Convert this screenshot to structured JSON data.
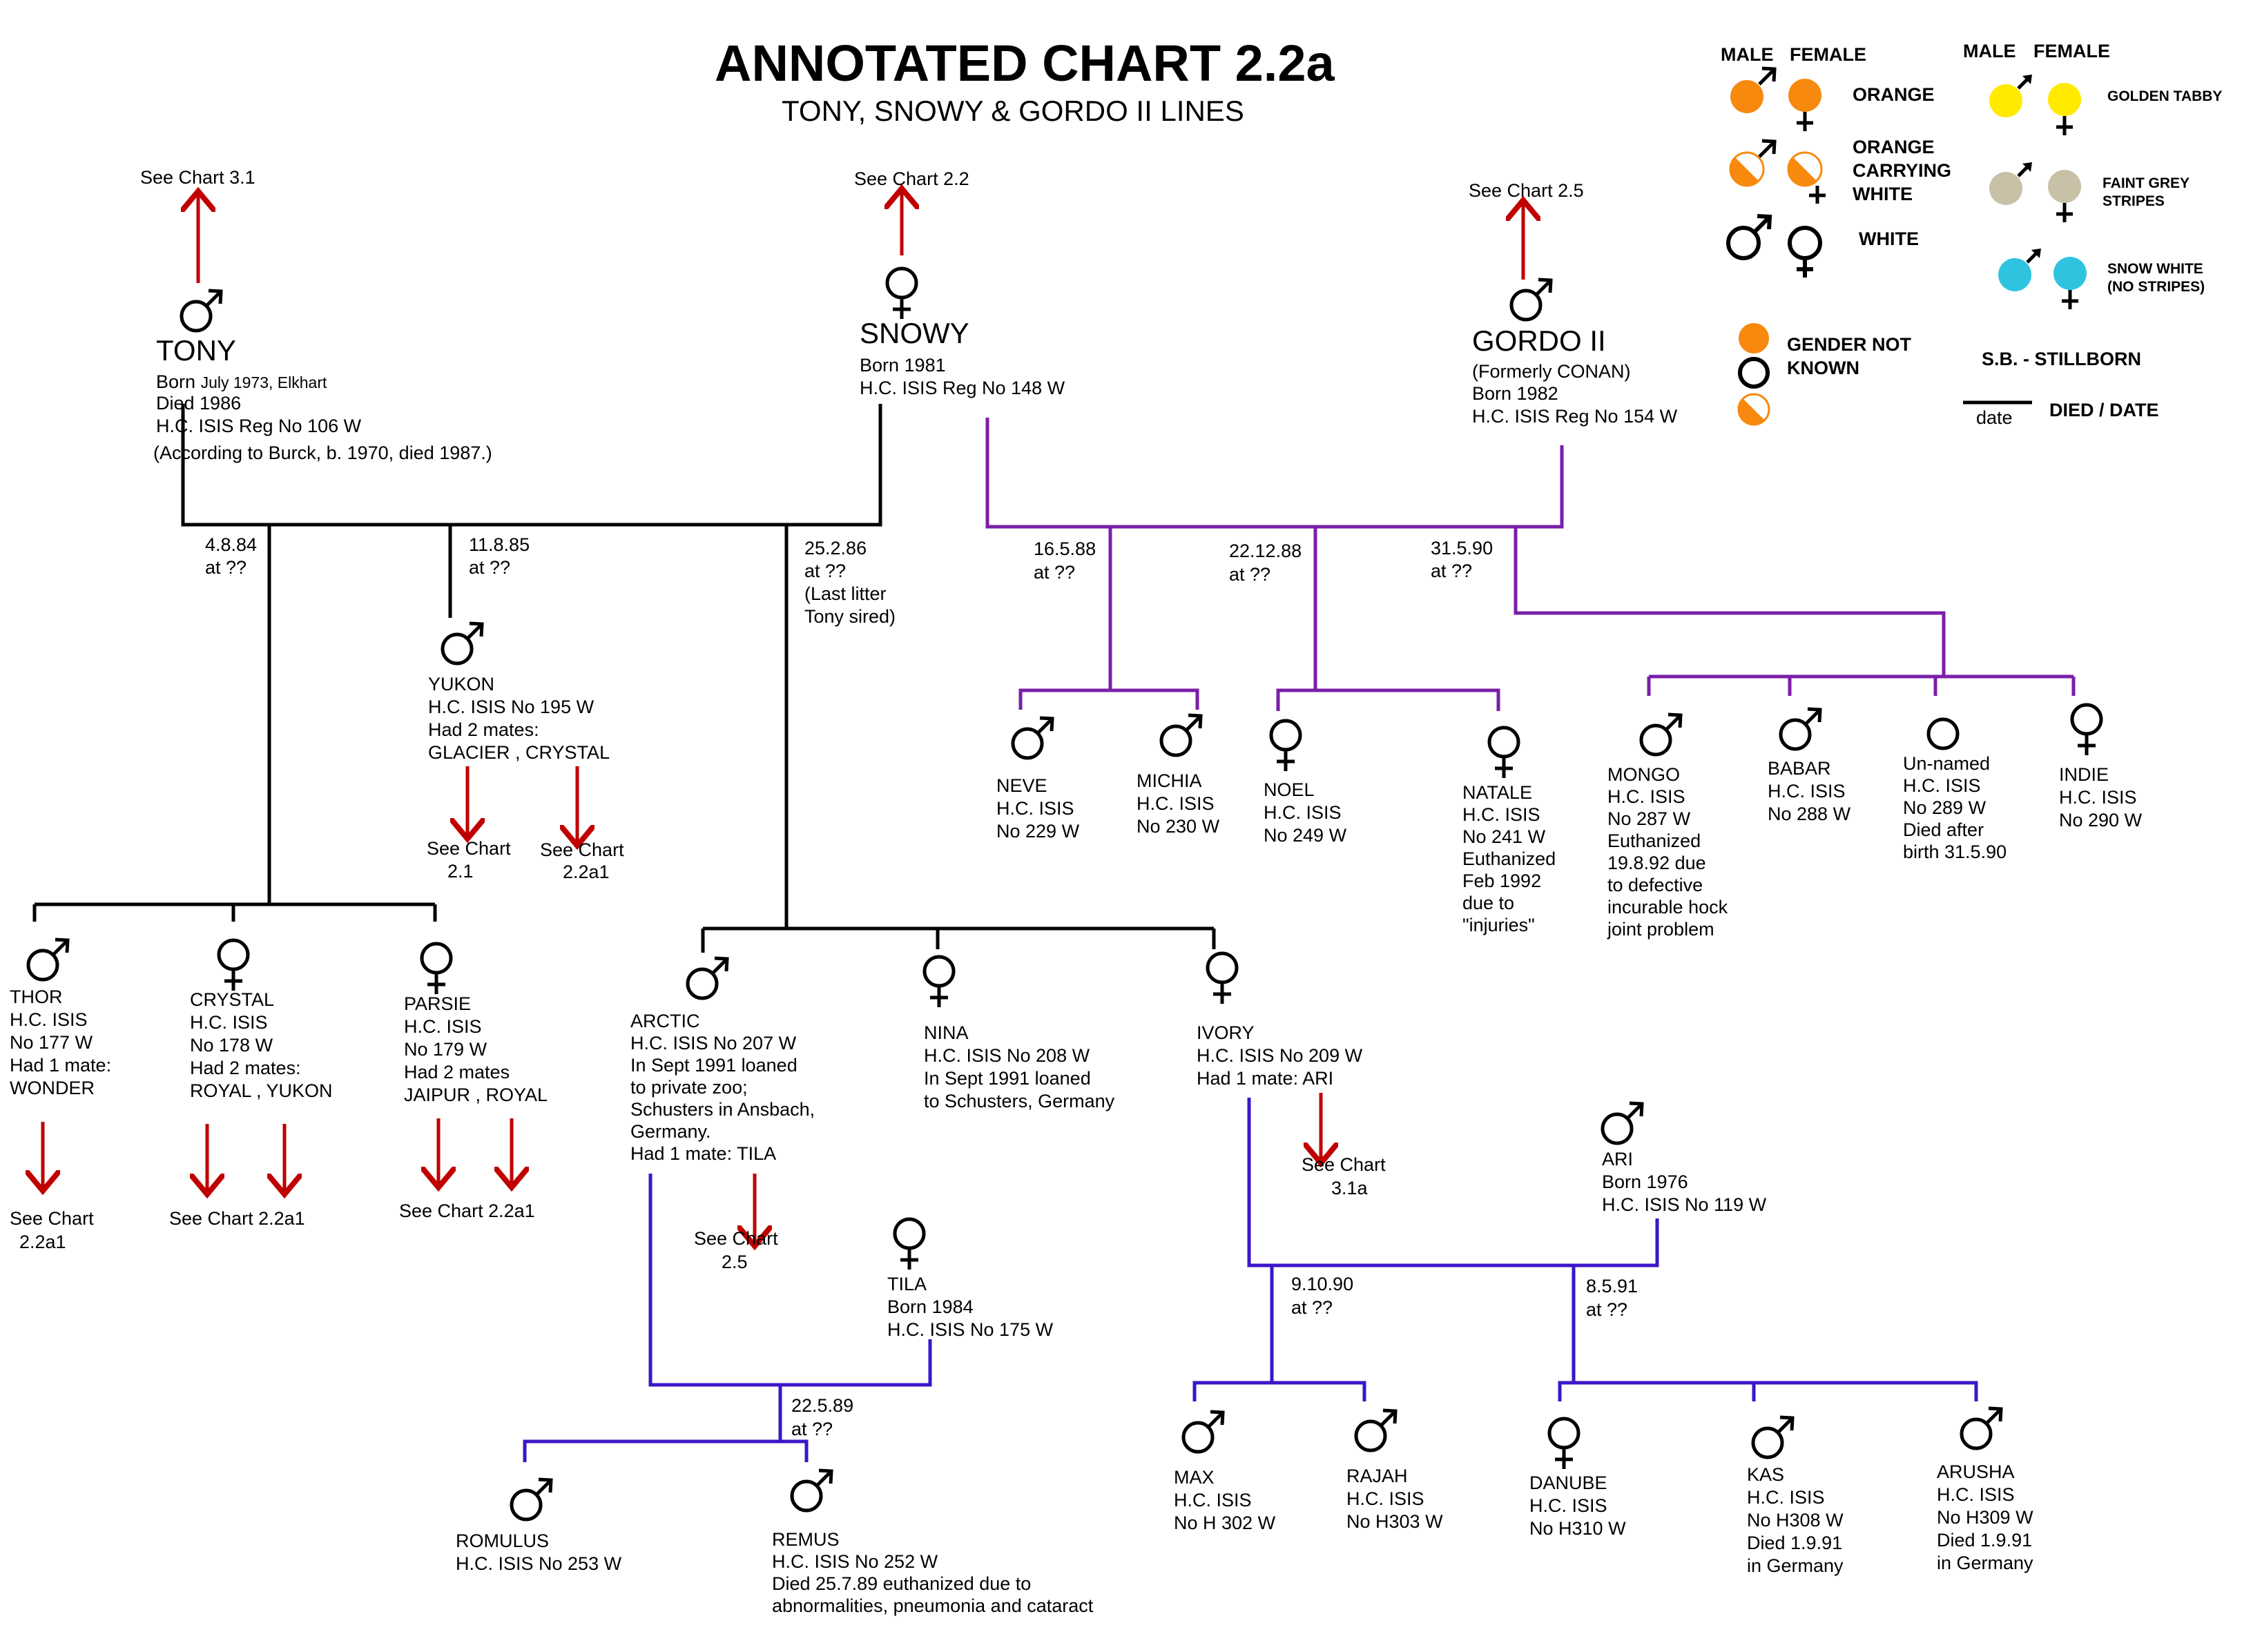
{
  "title": "ANNOTATED CHART  2.2a",
  "subtitle": "TONY, SNOWY & GORDO II LINES",
  "legend": {
    "male": "MALE",
    "female": "FEMALE",
    "orange": "ORANGE",
    "orange_white_1": "ORANGE",
    "orange_white_2": "CARRYING",
    "orange_white_3": "WHITE",
    "white": "WHITE",
    "gender_1": "GENDER NOT",
    "gender_2": "KNOWN",
    "golden": "GOLDEN TABBY",
    "grey_1": "FAINT GREY",
    "grey_2": "STRIPES",
    "snow_1": "SNOW WHITE",
    "snow_2": "(NO STRIPES)",
    "stillborn": "S.B.  - STILLBORN",
    "date_word": "date",
    "died": "DIED / DATE",
    "colors": {
      "orange": "#f7890e",
      "golden": "#ffea00",
      "grey": "#c8c1a8",
      "snow": "#2ec4e0",
      "white": "#ffffff"
    }
  },
  "references": {
    "tony_up": "See Chart 3.1",
    "snowy_up": "See Chart 2.2",
    "gordo_up": "See Chart 2.5",
    "yukon_a": [
      "See Chart",
      "2.1"
    ],
    "yukon_b": [
      "See Chart",
      "2.2a1"
    ],
    "thor": [
      "See Chart",
      "2.2a1"
    ],
    "crystal": "See Chart 2.2a1",
    "parsie": "See Chart 2.2a1",
    "arctic": [
      "See Chart",
      "2.5"
    ],
    "ivory": [
      "See Chart",
      "3.1a"
    ]
  },
  "founders": {
    "tony": {
      "name": "TONY",
      "born_label": "Born",
      "born_detail": "July 1973, Elkhart",
      "lines": [
        "Died 1986",
        "H.C. ISIS Reg No 106 W",
        "(According to Burck, b. 1970, died 1987.)"
      ]
    },
    "snowy": {
      "name": "SNOWY",
      "lines": [
        "Born 1981",
        "H.C. ISIS Reg No 148 W"
      ]
    },
    "gordo": {
      "name": "GORDO II",
      "lines": [
        "(Formerly CONAN)",
        "Born 1982",
        "H.C. ISIS Reg No 154 W"
      ]
    }
  },
  "litters": {
    "l1": [
      "4.8.84",
      "at ??"
    ],
    "l2": [
      "11.8.85",
      "at ??"
    ],
    "l3": [
      "25.2.86",
      "at ??",
      "(Last litter",
      "Tony sired)"
    ],
    "l4": [
      "16.5.88",
      "at ??"
    ],
    "l5": [
      "22.12.88",
      "at ??"
    ],
    "l6": [
      "31.5.90",
      "at ??"
    ],
    "l7": [
      "22.5.89",
      "at ??"
    ],
    "l8": [
      "9.10.90",
      "at ??"
    ],
    "l9": [
      "8.5.91",
      "at ??"
    ]
  },
  "cats": {
    "yukon": [
      "YUKON",
      "H.C. ISIS No 195 W",
      "Had 2 mates:",
      "GLACIER , CRYSTAL"
    ],
    "thor": [
      "THOR",
      "H.C. ISIS",
      "No 177 W",
      "Had 1 mate:",
      "WONDER"
    ],
    "crystal": [
      "CRYSTAL",
      "H.C. ISIS",
      "No 178 W",
      "Had 2 mates:",
      "ROYAL , YUKON"
    ],
    "parsie": [
      "PARSIE",
      "H.C. ISIS",
      "No 179 W",
      "Had 2 mates",
      "JAIPUR , ROYAL"
    ],
    "arctic": [
      "ARCTIC",
      "H.C. ISIS No 207 W",
      "In Sept 1991 loaned",
      "to private zoo;",
      "Schusters in Ansbach,",
      "Germany.",
      "Had 1 mate: TILA"
    ],
    "nina": [
      "NINA",
      "H.C. ISIS No 208 W",
      "In Sept 1991 loaned",
      "to Schusters, Germany"
    ],
    "ivory": [
      "IVORY",
      "H.C. ISIS No 209 W",
      "Had 1 mate: ARI"
    ],
    "neve": [
      "NEVE",
      "H.C. ISIS",
      "No 229 W"
    ],
    "michia": [
      "MICHIA",
      "H.C. ISIS",
      "No 230 W"
    ],
    "noel": [
      "NOEL",
      "H.C. ISIS",
      "No 249 W"
    ],
    "natale": [
      "NATALE",
      "H.C. ISIS",
      "No 241 W",
      "Euthanized",
      "Feb 1992",
      "due to",
      "\"injuries\""
    ],
    "mongo": [
      "MONGO",
      "H.C. ISIS",
      "No 287 W",
      "Euthanized",
      "19.8.92 due",
      "to defective",
      "incurable hock",
      "joint problem"
    ],
    "babar": [
      "BABAR",
      "H.C. ISIS",
      "No 288 W"
    ],
    "unnamed": [
      "Un-named",
      "H.C. ISIS",
      "No 289 W",
      "Died after",
      "birth 31.5.90"
    ],
    "indie": [
      "INDIE",
      "H.C. ISIS",
      "No 290 W"
    ],
    "tila": [
      "TILA",
      "Born 1984",
      "H.C. ISIS No 175 W"
    ],
    "ari": [
      "ARI",
      "Born 1976",
      "H.C. ISIS No 119 W"
    ],
    "romulus": [
      "ROMULUS",
      "H.C. ISIS No 253 W"
    ],
    "remus": [
      "REMUS",
      "H.C. ISIS No 252 W",
      "Died 25.7.89  euthanized due to",
      "abnormalities, pneumonia and cataract"
    ],
    "max": [
      "MAX",
      "H.C. ISIS",
      "No H 302 W"
    ],
    "rajah": [
      "RAJAH",
      "H.C. ISIS",
      "No H303 W"
    ],
    "danube": [
      "DANUBE",
      "H.C. ISIS",
      "No H310 W"
    ],
    "kas": [
      "KAS",
      "H.C. ISIS",
      "No H308 W",
      "Died 1.9.91",
      "in Germany"
    ],
    "arusha": [
      "ARUSHA",
      "H.C. ISIS",
      "No H309 W",
      "Died 1.9.91",
      "in Germany"
    ]
  }
}
